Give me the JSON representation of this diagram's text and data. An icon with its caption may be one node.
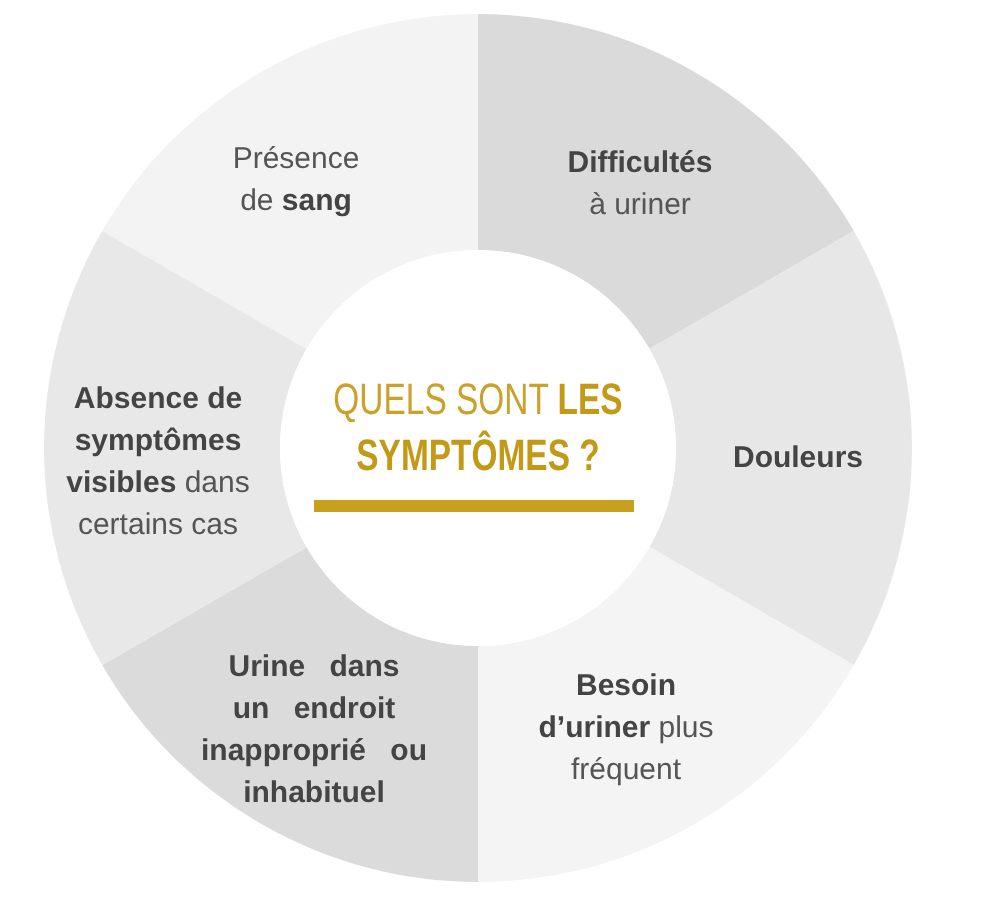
{
  "diagram": {
    "nodes": [
      {
        "text": [
          "QUELS SONT **LES SYMPTÔMES ?**"
        ]
      },
      {
        "text": [
          "Présence de **sang**"
        ]
      },
      {
        "text": [
          "**Difficultés** à uriner"
        ]
      },
      {
        "text": [
          "Douleurs"
        ]
      },
      {
        "text": [
          "**Besoin d’uriner** plus fréquent"
        ]
      },
      {
        "text": [
          "Urine dans un endroit inapproprié ou inhabituel"
        ]
      },
      {
        "text": [
          "**Absence de symptômes visibles** dans certains cas"
        ]
      }
    ]
  }
}
